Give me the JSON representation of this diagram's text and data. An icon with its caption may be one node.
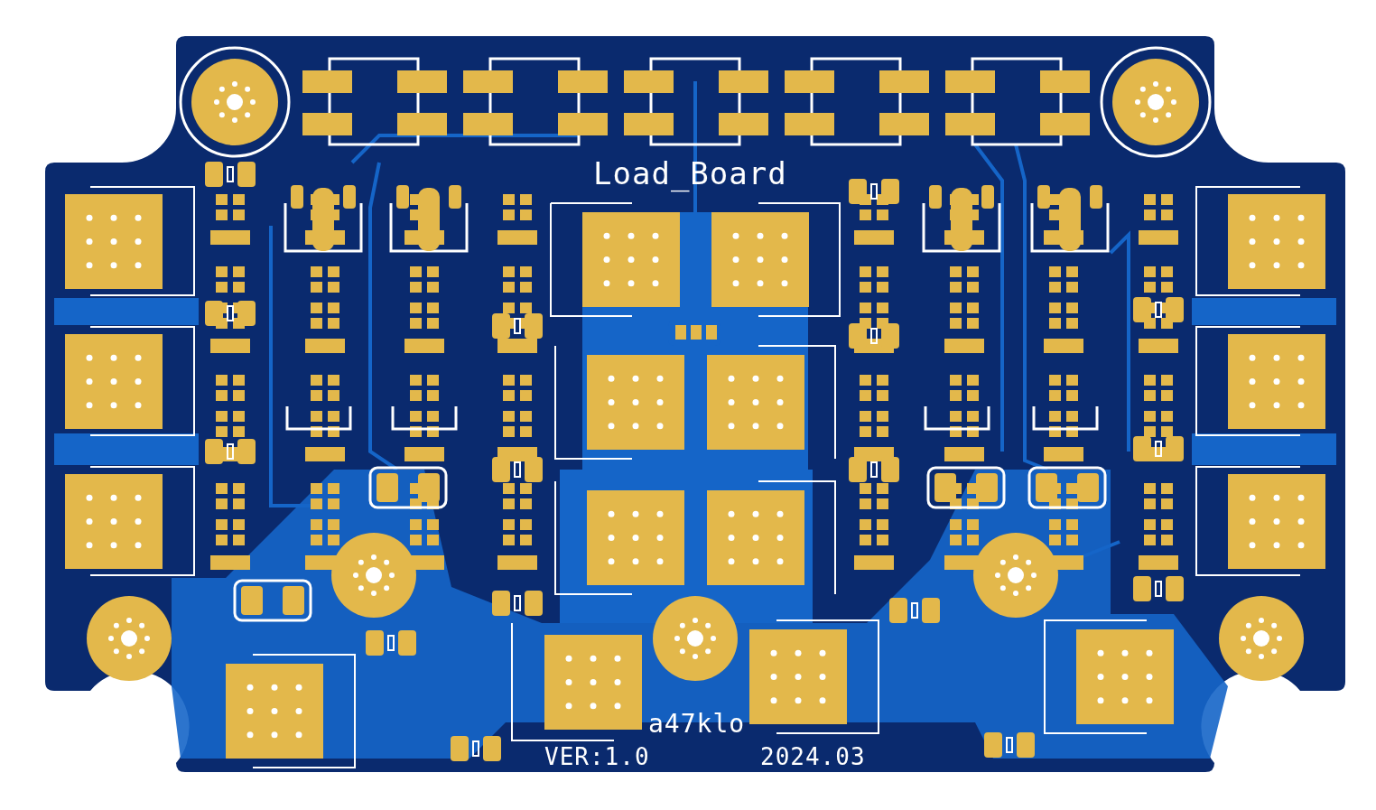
{
  "diagram": {
    "labels": [
      "Load_Board",
      "a47klo",
      "VER:1.0",
      "2024.03"
    ]
  }
}
